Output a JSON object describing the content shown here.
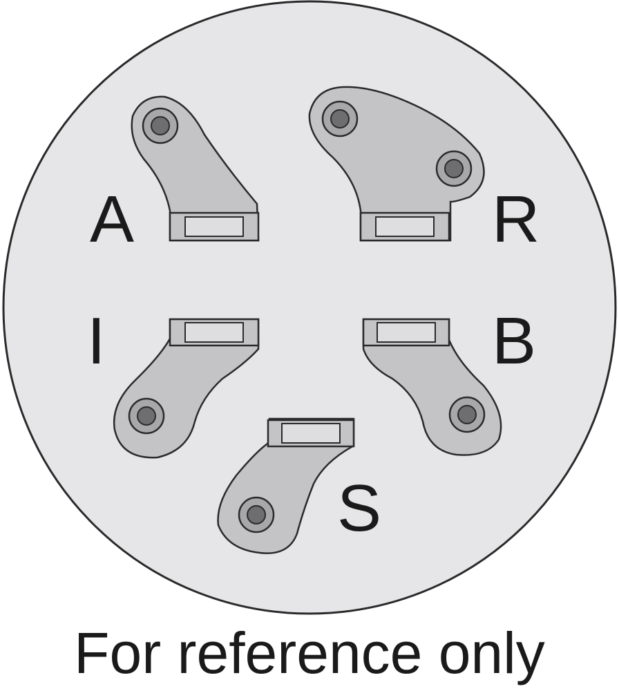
{
  "terminals": {
    "a": "A",
    "r": "R",
    "i": "I",
    "b": "B",
    "s": "S"
  },
  "caption": "For reference only",
  "colors": {
    "body": "#e6e6e9",
    "plate": "#c4c4c6",
    "outline": "#2a2a2a"
  }
}
